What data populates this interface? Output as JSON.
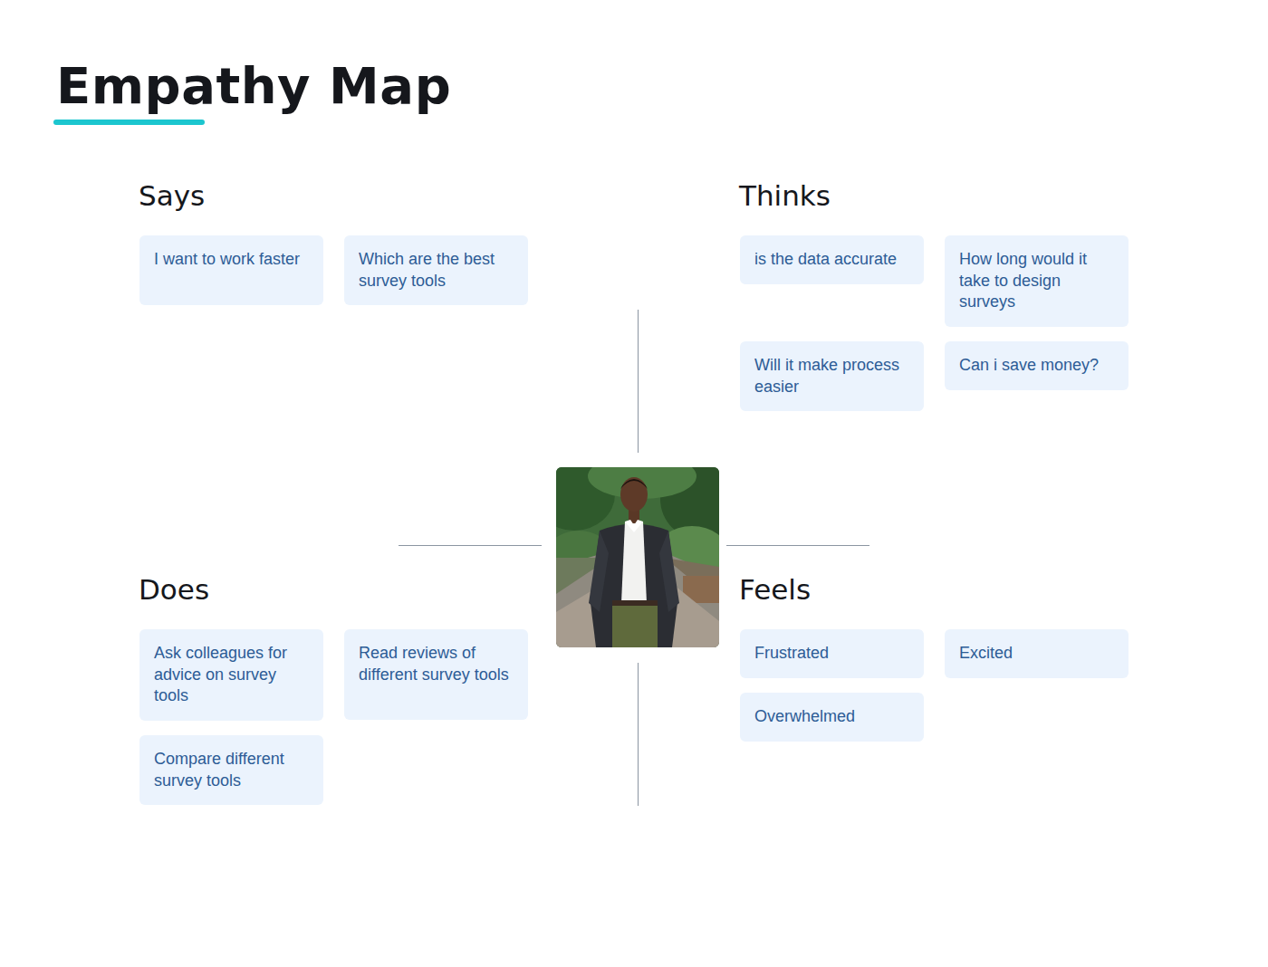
{
  "diagram": {
    "title": "Empathy Map",
    "nodes": [
      {
        "text": [
          "I want to work faster"
        ]
      },
      {
        "text": [
          "Which are the best survey tools"
        ]
      },
      {
        "text": [
          "is the data accurate"
        ]
      },
      {
        "text": [
          "How long would it take to design surveys"
        ]
      },
      {
        "text": [
          "Will it make process easier"
        ]
      },
      {
        "text": [
          "Can i save money?"
        ]
      },
      {
        "text": [
          "Ask colleagues for advice on survey tools"
        ]
      },
      {
        "text": [
          "Read reviews of different survey tools"
        ]
      },
      {
        "text": [
          "Compare different survey tools"
        ]
      },
      {
        "text": [
          "Frustrated"
        ]
      },
      {
        "text": [
          "Excited"
        ]
      },
      {
        "text": [
          "Overwhelmed"
        ]
      }
    ],
    "labels": [
      "Says",
      "Thinks",
      "Does",
      "Feels"
    ]
  }
}
